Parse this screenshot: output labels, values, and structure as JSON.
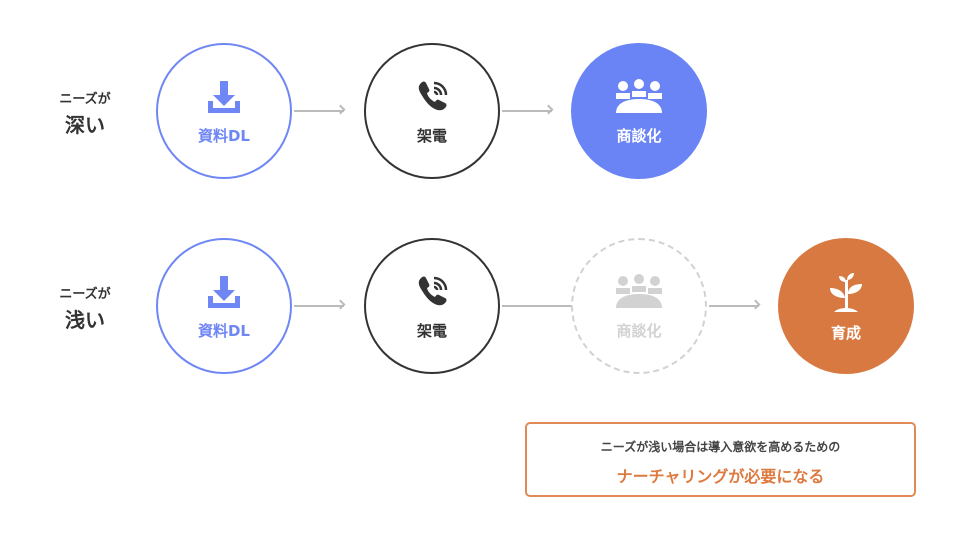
{
  "rows": [
    {
      "label_small": "ニーズが",
      "label_big": "深い",
      "steps": [
        "資料DL",
        "架電",
        "商談化"
      ]
    },
    {
      "label_small": "ニーズが",
      "label_big": "浅い",
      "steps": [
        "資料DL",
        "架電",
        "商談化",
        "育成"
      ]
    }
  ],
  "callout": {
    "line1": "ニーズが浅い場合は導入意欲を高めるための",
    "line2": "ナーチャリングが必要になる"
  },
  "colors": {
    "blue": "#6a84f6",
    "orange": "#d97942",
    "dark": "#333333",
    "muted": "#d2d2d2"
  }
}
